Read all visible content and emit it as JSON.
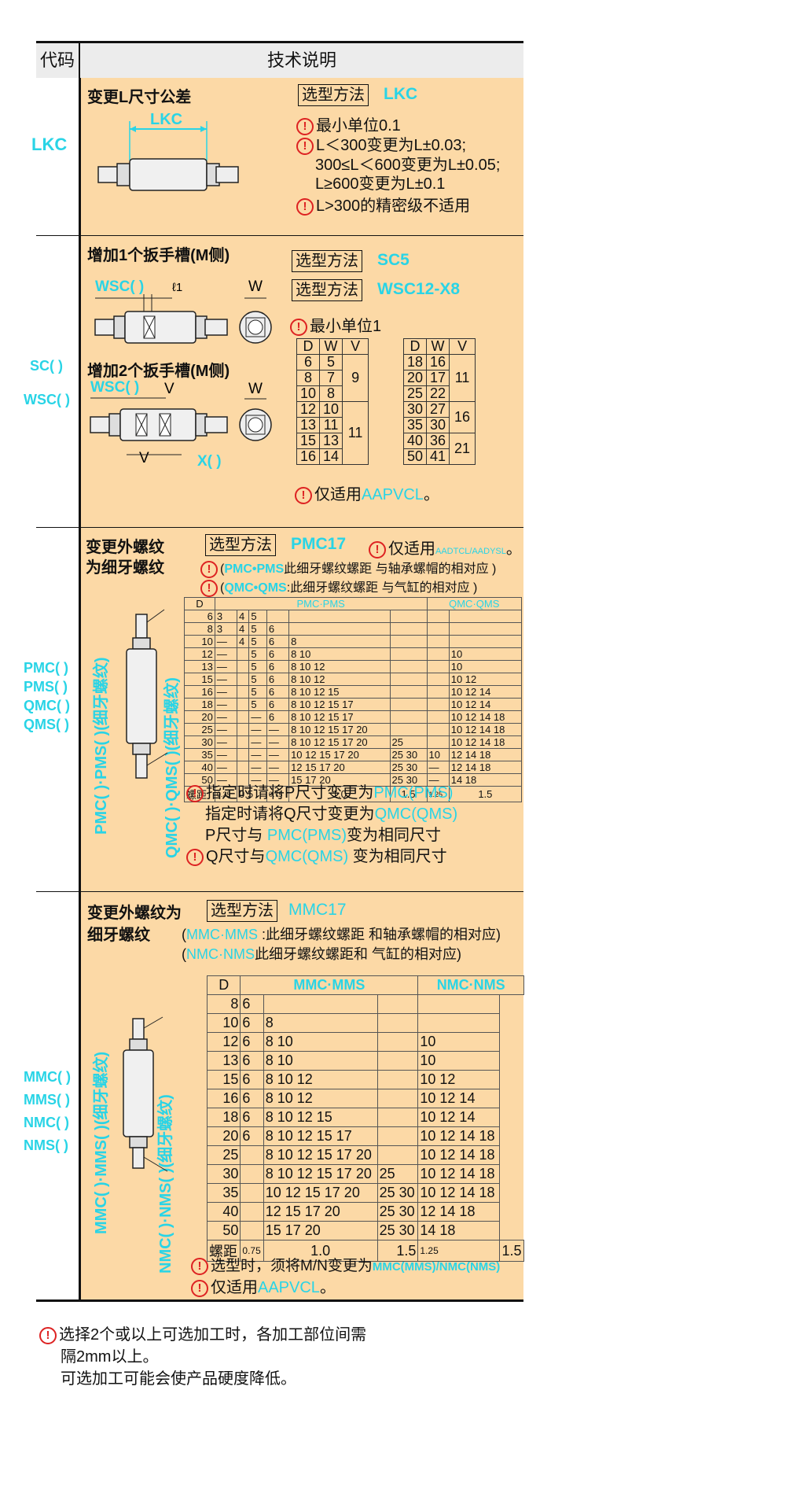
{
  "header": {
    "code": "代码",
    "desc": "技术说明"
  },
  "colors": {
    "accent": "#29d4e6",
    "panel": "#fcd9a6",
    "warn": "#d22222"
  },
  "lkc": {
    "code": "LKC",
    "title": "变更L尺寸公差",
    "select_label": "选型方法",
    "select_code": "LKC",
    "dim": "LKC",
    "notes": [
      "最小单位0.1",
      "L＜300变更为L±0.03;",
      "300≤L＜600变更为L±0.05;",
      "L≥600变更为L±0.1",
      "L>300的精密级不适用"
    ]
  },
  "sc": {
    "codes": [
      "SC( )",
      "WSC( )"
    ],
    "title1": "增加1个扳手槽(M侧)",
    "title2": "增加2个扳手槽(M侧)",
    "select_label": "选型方法",
    "select_code1": "SC5",
    "select_code2": "WSC12-X8",
    "min_unit": "最小单位1",
    "dims": {
      "wsc": "WSC( )",
      "l1": "ℓ1",
      "w": "W",
      "v": "V",
      "x": "X( )"
    },
    "table_headers": [
      "D",
      "W",
      "V"
    ],
    "table_left": [
      [
        "6",
        "5"
      ],
      [
        "8",
        "7"
      ],
      [
        "10",
        "8"
      ],
      [
        "12",
        "10"
      ],
      [
        "13",
        "11"
      ],
      [
        "15",
        "13"
      ],
      [
        "16",
        "14"
      ]
    ],
    "table_left_v": [
      "9",
      "11"
    ],
    "table_right": [
      [
        "18",
        "16"
      ],
      [
        "20",
        "17"
      ],
      [
        "25",
        "22"
      ],
      [
        "30",
        "27"
      ],
      [
        "35",
        "30"
      ],
      [
        "40",
        "36"
      ],
      [
        "50",
        "41"
      ]
    ],
    "table_right_v": [
      "11",
      "16",
      "21"
    ],
    "applies_prefix": "仅适用",
    "applies": "AAPVCL",
    "applies_suffix": "。"
  },
  "pmc": {
    "codes": [
      "PMC( )",
      "PMS( )",
      "QMC( )",
      "QMS( )"
    ],
    "title": [
      "变更外螺纹",
      "为细牙螺纹"
    ],
    "select_label": "选型方法",
    "select_code": "PMC17",
    "only_prefix": "仅适用",
    "only_models": "AADTCL/AADYSL",
    "only_suffix": "。",
    "note1": [
      "(",
      "PMC•PMS",
      "此细牙螺纹螺距 与轴承螺帽的相对应 )"
    ],
    "note2": [
      "(",
      "QMC•QMS",
      ":此细牙螺纹螺距 与气缸的相对应 )"
    ],
    "side1": "PMC( )·PMS( )(细牙螺纹)",
    "side2": "QMC( )·QMS( )(细牙螺纹)",
    "grid_head": [
      "D",
      "PMC·PMS",
      "QMC·QMS"
    ],
    "grid_rows": [
      [
        "6",
        "3",
        "4",
        "5",
        "",
        "",
        "",
        "",
        ""
      ],
      [
        "8",
        "3",
        "4",
        "5",
        "6",
        "",
        "",
        "",
        ""
      ],
      [
        "10",
        "—",
        "4",
        "5",
        "6",
        "8",
        "",
        "",
        ""
      ],
      [
        "12",
        "—",
        "",
        "5",
        "6",
        "8 10",
        "",
        "",
        "10"
      ],
      [
        "13",
        "—",
        "",
        "5",
        "6",
        "8 10 12",
        "",
        "",
        "10"
      ],
      [
        "15",
        "—",
        "",
        "5",
        "6",
        "8 10 12",
        "",
        "",
        "10 12"
      ],
      [
        "16",
        "—",
        "",
        "5",
        "6",
        "8 10 12 15",
        "",
        "",
        "10 12 14"
      ],
      [
        "18",
        "—",
        "",
        "5",
        "6",
        "8 10 12 15 17",
        "",
        "",
        "10 12 14"
      ],
      [
        "20",
        "—",
        "",
        "—",
        "6",
        "8 10 12 15 17",
        "",
        "",
        "10 12 14 18"
      ],
      [
        "25",
        "—",
        "",
        "—",
        "—",
        "8 10 12 15 17 20",
        "",
        "",
        "10 12 14 18"
      ],
      [
        "30",
        "—",
        "",
        "—",
        "—",
        "8 10 12 15 17 20",
        "25",
        "",
        "10 12 14 18"
      ],
      [
        "35",
        "—",
        "",
        "—",
        "—",
        "10 12 15 17 20",
        "25 30",
        "10",
        "12 14 18"
      ],
      [
        "40",
        "—",
        "",
        "—",
        "—",
        "12 15 17 20",
        "25 30",
        "—",
        "12 14 18"
      ],
      [
        "50",
        "—",
        "",
        "—",
        "—",
        "15 17 20",
        "25 30",
        "—",
        "14 18"
      ]
    ],
    "pitch": [
      "螺距",
      "0.35",
      "0.5",
      "0.75",
      "1.0",
      "1.5",
      "1.25",
      "1.5"
    ],
    "notes": [
      [
        "指定时请将P尺寸变更为",
        "PMC(PMS)",
        ""
      ],
      [
        "指定时请将Q尺寸变更为",
        "QMC(QMS)",
        ""
      ],
      [
        "P尺寸与 ",
        "PMC(PMS)",
        "变为相同尺寸"
      ],
      [
        "Q尺寸与",
        "QMC(QMS)",
        " 变为相同尺寸"
      ]
    ]
  },
  "mmc": {
    "codes": [
      "MMC( )",
      "MMS( )",
      "NMC( )",
      "NMS( )"
    ],
    "title": [
      "变更外螺纹为",
      "细牙螺纹"
    ],
    "select_label": "选型方法",
    "select_code": "MMC17",
    "note1": [
      "(",
      "MMC·MMS",
      " :此细牙螺纹螺距 和轴承螺帽的相对应)"
    ],
    "note2": [
      "(",
      "NMC·NMS",
      "此细牙螺纹螺距和 气缸的相对应)"
    ],
    "side1": "MMC( )·MMS( )(细牙螺纹)",
    "side2": "NMC( )·NMS( )(细牙螺纹)",
    "grid_head": [
      "D",
      "MMC·MMS",
      "NMC·NMS"
    ],
    "grid_rows": [
      [
        "8",
        "6",
        "",
        "",
        ""
      ],
      [
        "10",
        "6",
        "8",
        "",
        ""
      ],
      [
        "12",
        "6",
        "8 10",
        "",
        "10"
      ],
      [
        "13",
        "6",
        "8 10",
        "",
        "10"
      ],
      [
        "15",
        "6",
        "8 10 12",
        "",
        "10 12"
      ],
      [
        "16",
        "6",
        "8 10 12",
        "",
        "10 12 14"
      ],
      [
        "18",
        "6",
        "8 10 12 15",
        "",
        "10 12 14"
      ],
      [
        "20",
        "6",
        "8 10 12 15 17",
        "",
        "10 12 14 18"
      ],
      [
        "25",
        "",
        "8 10 12 15 17 20",
        "",
        "10 12 14 18"
      ],
      [
        "30",
        "",
        "8 10 12 15 17 20",
        "25",
        "10 12 14 18"
      ],
      [
        "35",
        "",
        "10 12 15 17 20",
        "25 30",
        "10 12 14 18"
      ],
      [
        "40",
        "",
        "12 15 17 20",
        "25 30",
        "12 14 18"
      ],
      [
        "50",
        "",
        "15 17 20",
        "25 30",
        "14 18"
      ]
    ],
    "pitch": [
      "螺距",
      "0.75",
      "1.0",
      "1.5",
      "1.25",
      "1.5"
    ],
    "notes": [
      [
        "选型时，须将M/N变更为",
        "MMC(MMS)/NMC(NMS)",
        ""
      ],
      [
        "仅适用",
        "AAPVCL",
        "。"
      ]
    ]
  },
  "footer": [
    "选择2个或以上可选加工时，各加工部位间需",
    "隔2mm以上。",
    "可选加工可能会使产品硬度降低。"
  ]
}
